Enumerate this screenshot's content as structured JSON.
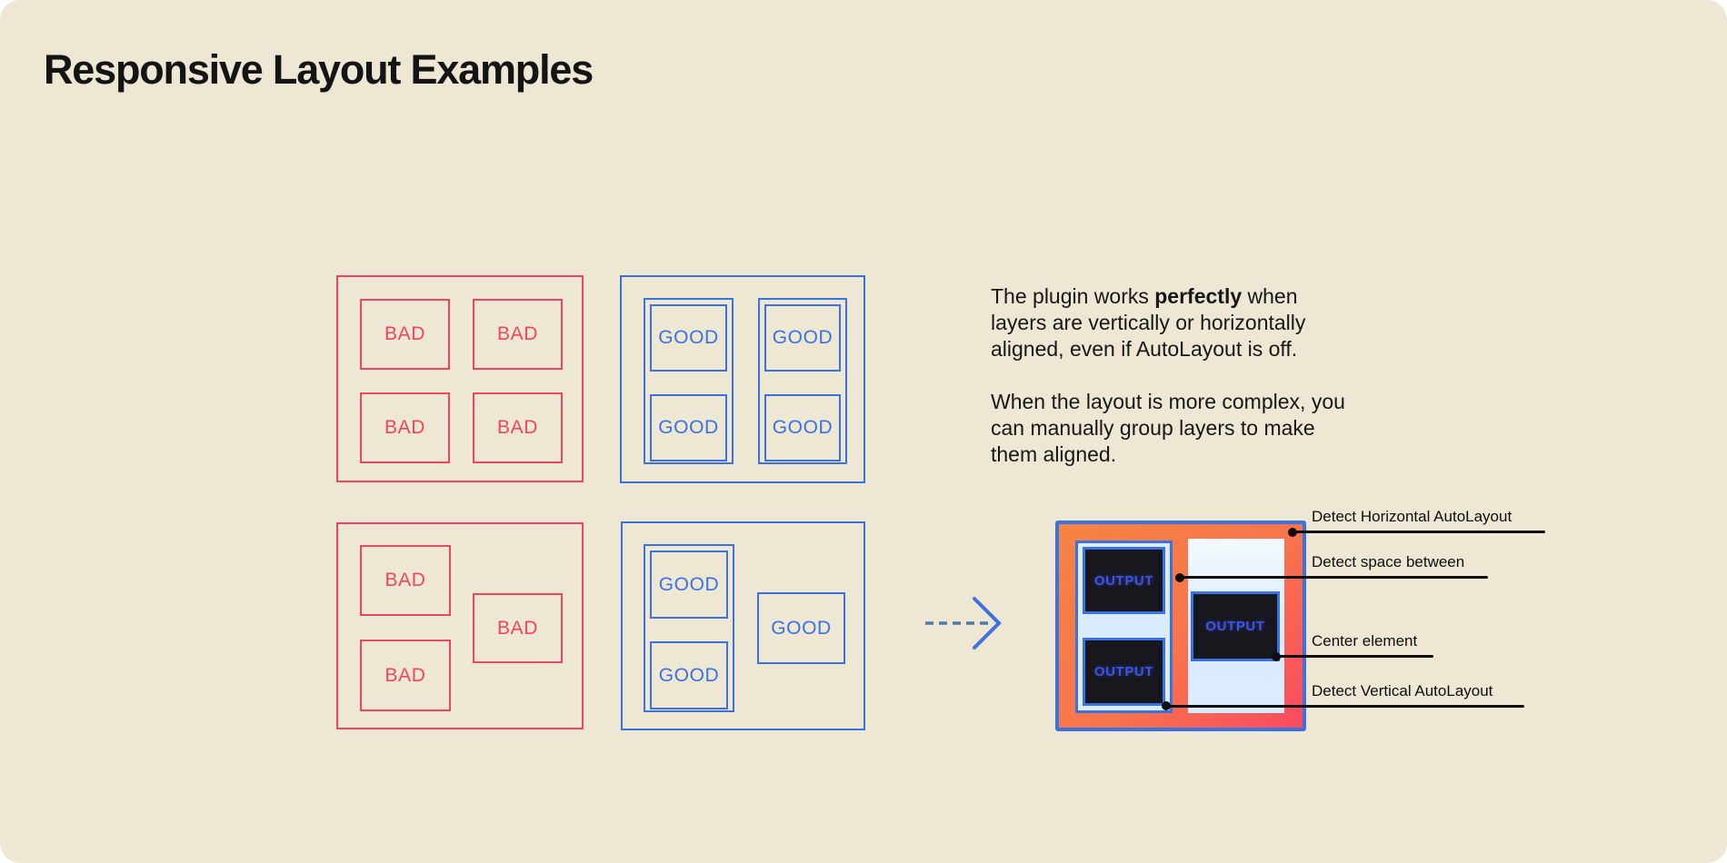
{
  "title": "Responsive Layout Examples",
  "labels": {
    "bad": "BAD",
    "good": "GOOD",
    "output": "OUTPUT"
  },
  "description": {
    "line1_pre": "The plugin works ",
    "line1_bold": "perfectly",
    "line1_post": " when",
    "line2": "layers are vertically or horizontally",
    "line3": "aligned, even if AutoLayout is off.",
    "line4": "When the layout is more complex, you",
    "line5": "can manually group layers to make",
    "line6": "them aligned."
  },
  "annotations": {
    "horizontal": "Detect Horizontal AutoLayout",
    "space_between": "Detect space between",
    "center": "Center element",
    "vertical": "Detect Vertical AutoLayout"
  },
  "icons": {
    "arrow": "dashed-right-arrow"
  },
  "colors": {
    "background": "#EDE7D4",
    "red": "#F0455C",
    "blue": "#3A72E1",
    "panel_blue": "#D9ECFD",
    "dark": "#17171D",
    "output_text": "#3D55E6",
    "text": "#171717",
    "line_black": "#0E0E0E",
    "orange": "#F68442",
    "hot_red": "#FA4A5F",
    "arrow_dash": "#4E7CAD",
    "arrow_head": "#3E6FE3"
  }
}
